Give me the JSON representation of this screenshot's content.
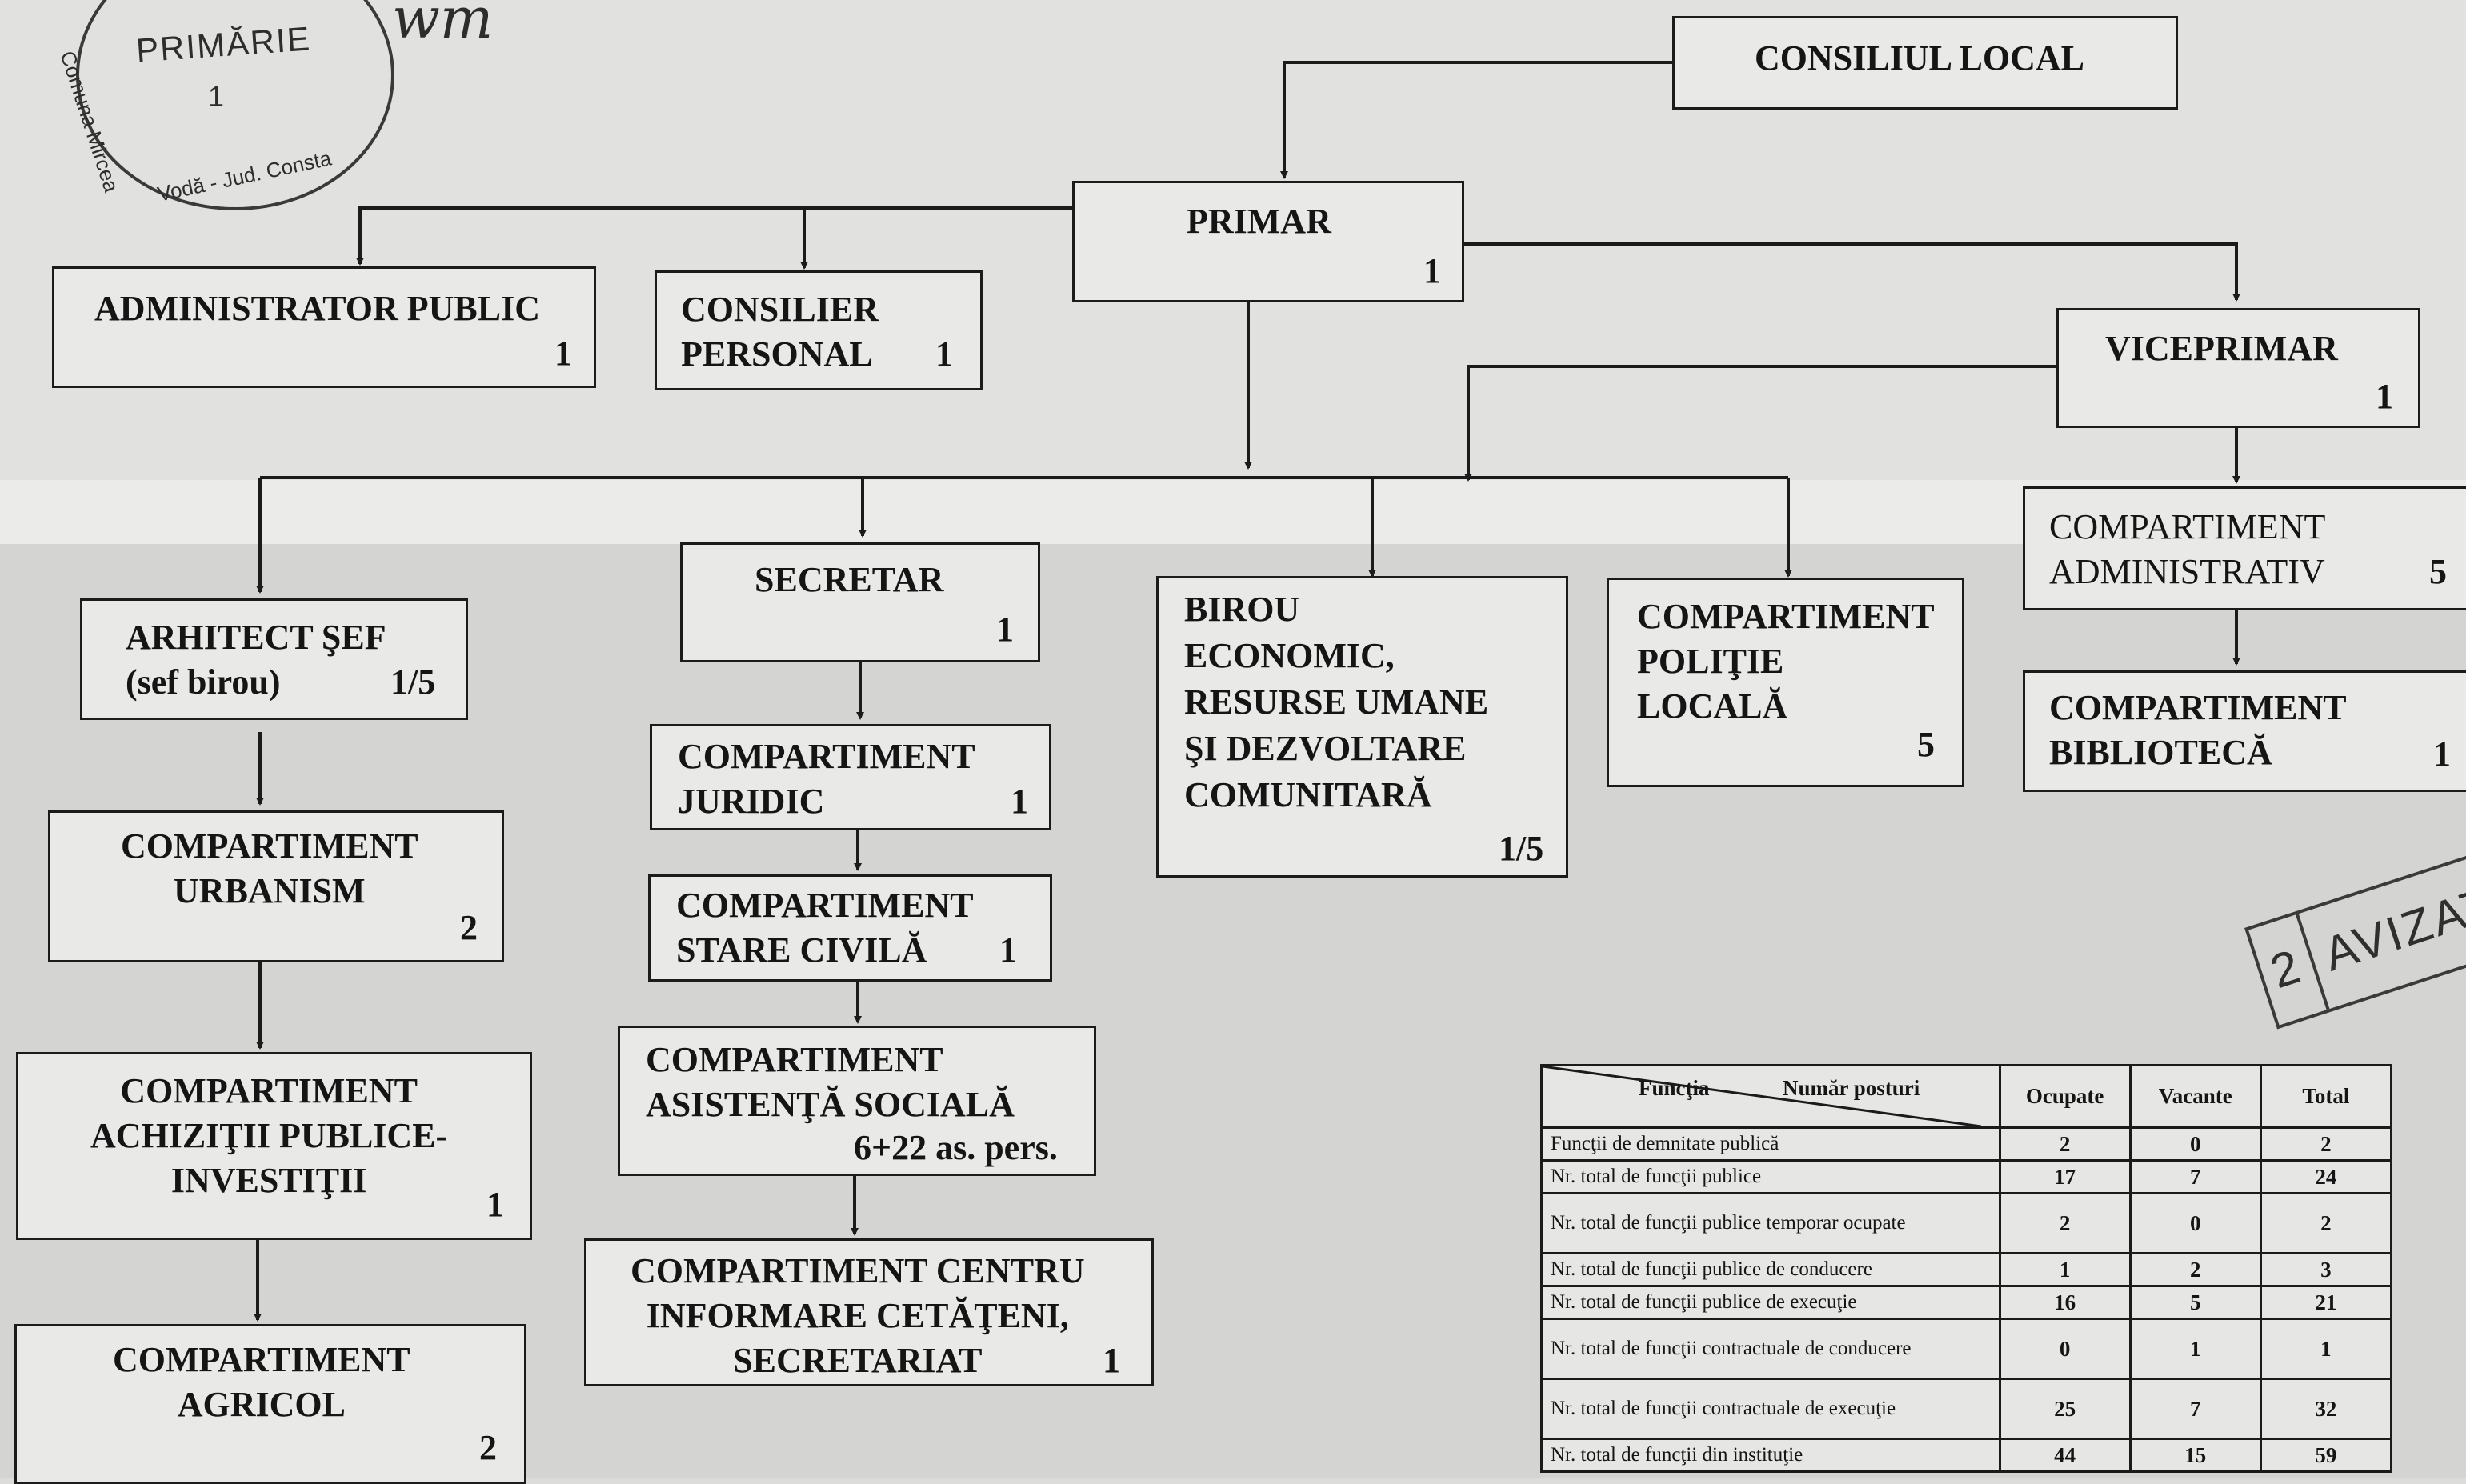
{
  "stamp": {
    "title": "PRIMĂRIE",
    "number": "1",
    "ring_left": "Comuna Mircea",
    "ring_bottom": "Vodă - Jud. Consta",
    "signature": "wm"
  },
  "avizat": {
    "number": "2",
    "text": "AVIZAT"
  },
  "boxes": {
    "consiliu": {
      "label": "CONSILIUL LOCAL"
    },
    "primar": {
      "label": "PRIMAR",
      "count": "1"
    },
    "administrator": {
      "label": "ADMINISTRATOR PUBLIC",
      "count": "1"
    },
    "consilier": {
      "label": "CONSILIER\nPERSONAL",
      "count": "1"
    },
    "viceprimar": {
      "label": "VICEPRIMAR",
      "count": "1"
    },
    "arhitect": {
      "label": "ARHITECT ŞEF\n(sef birou)",
      "count": "1/5"
    },
    "secretar": {
      "label": "SECRETAR",
      "count": "1"
    },
    "birou": {
      "label": "BIROU\nECONOMIC,\nRESURSE UMANE\nŞI DEZVOLTARE\nCOMUNITARĂ",
      "count": "1/5"
    },
    "politie": {
      "label": "COMPARTIMENT\nPOLIŢIE\nLOCALĂ",
      "count": "5"
    },
    "administrativ": {
      "label": "COMPARTIMENT\nADMINISTRATIV",
      "count": "5"
    },
    "biblioteca": {
      "label": "COMPARTIMENT\nBIBLIOTECĂ",
      "count": "1"
    },
    "urbanism": {
      "label": "COMPARTIMENT\nURBANISM",
      "count": "2"
    },
    "achizitii": {
      "label": "COMPARTIMENT\nACHIZIŢII PUBLICE-\nINVESTIŢII",
      "count": "1"
    },
    "agricol": {
      "label": "COMPARTIMENT\nAGRICOL",
      "count": "2"
    },
    "juridic": {
      "label": "COMPARTIMENT\nJURIDIC",
      "count": "1"
    },
    "stare_civila": {
      "label": "COMPARTIMENT\nSTARE CIVILĂ",
      "count": "1"
    },
    "asistenta": {
      "label": "COMPARTIMENT\nASISTENŢĂ SOCIALĂ",
      "count": "6+22 as. pers."
    },
    "centru": {
      "label": "COMPARTIMENT CENTRU\nINFORMARE CETĂŢENI,\nSECRETARIAT",
      "count": "1"
    }
  },
  "table": {
    "header": {
      "functia": "Funcţia",
      "numar": "Număr posturi",
      "ocupate": "Ocupate",
      "vacante": "Vacante",
      "total": "Total"
    },
    "rows": [
      {
        "label": "Funcţii de demnitate publică",
        "ocupate": "2",
        "vacante": "0",
        "total": "2"
      },
      {
        "label": "Nr. total de funcţii publice",
        "ocupate": "17",
        "vacante": "7",
        "total": "24"
      },
      {
        "label": "Nr. total de funcţii publice temporar ocupate",
        "ocupate": "2",
        "vacante": "0",
        "total": "2"
      },
      {
        "label": "Nr. total de funcţii publice de conducere",
        "ocupate": "1",
        "vacante": "2",
        "total": "3"
      },
      {
        "label": "Nr. total de funcţii publice de execuţie",
        "ocupate": "16",
        "vacante": "5",
        "total": "21"
      },
      {
        "label": "Nr. total de funcţii contractuale de conducere",
        "ocupate": "0",
        "vacante": "1",
        "total": "1"
      },
      {
        "label": "Nr. total de funcţii contractuale de execuţie",
        "ocupate": "25",
        "vacante": "7",
        "total": "32"
      },
      {
        "label": "Nr. total de funcţii din instituţie",
        "ocupate": "44",
        "vacante": "15",
        "total": "59"
      }
    ]
  }
}
